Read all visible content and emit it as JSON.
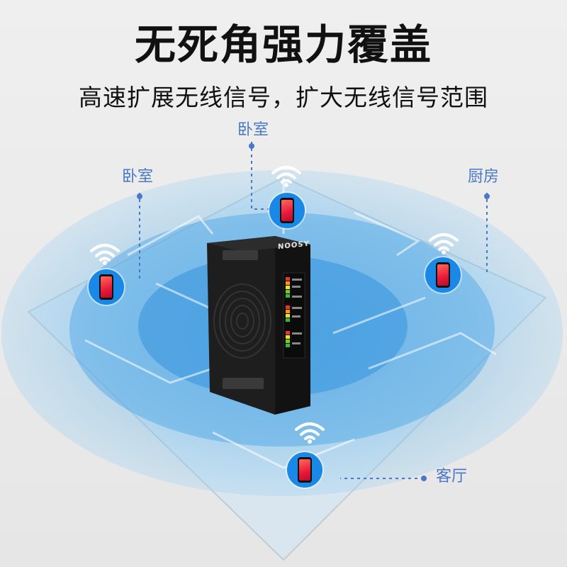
{
  "headline": "无死角强力覆盖",
  "subheadline": "高速扩展无线信号，扩大无线信号范围",
  "brand_text": "NOOSY",
  "rooms": {
    "bedroom_left": "卧室",
    "bedroom_top": "卧室",
    "kitchen": "厨房",
    "living_room": "客厅"
  },
  "icons": {
    "wifi": "wifi-icon",
    "phone": "phone-icon",
    "device": "signal-booster-device"
  },
  "colors": {
    "coverage": "#3b9be0",
    "badge": "#1a88e6",
    "label": "#4a78c7",
    "device": "#1c1c1c"
  }
}
